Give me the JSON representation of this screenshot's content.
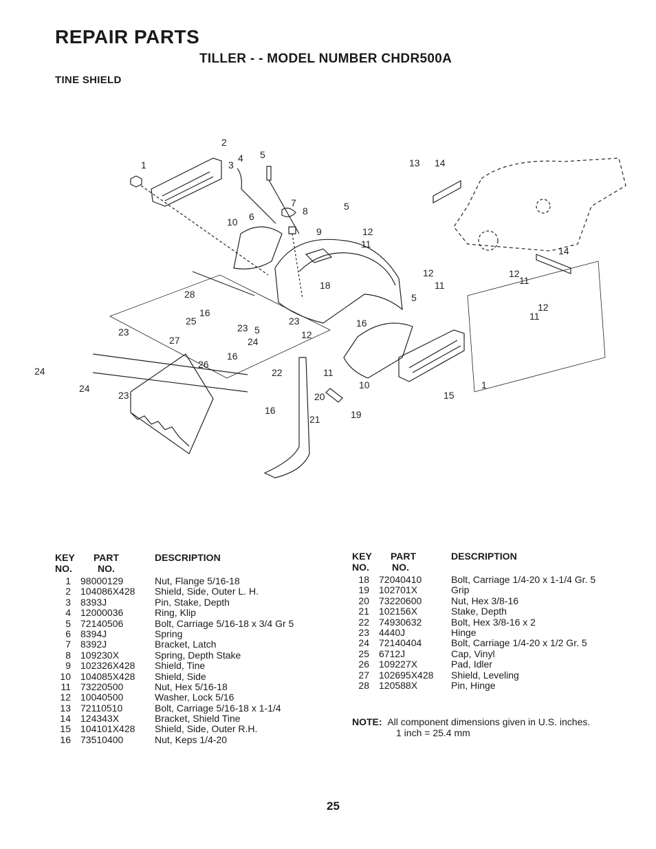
{
  "header": {
    "title": "REPAIR PARTS",
    "subtitle": "TILLER - - MODEL NUMBER CHDR500A",
    "section": "TINE SHIELD"
  },
  "table_headers": {
    "key": "KEY",
    "key_no": "NO.",
    "part": "PART",
    "part_no": "NO.",
    "description": "DESCRIPTION"
  },
  "parts_left": [
    {
      "key": "1",
      "part": "98000129",
      "desc": "Nut, Flange 5/16-18"
    },
    {
      "key": "2",
      "part": "104086X428",
      "desc": "Shield, Side, Outer L. H."
    },
    {
      "key": "3",
      "part": "8393J",
      "desc": "Pin, Stake, Depth"
    },
    {
      "key": "4",
      "part": "12000036",
      "desc": "Ring, Klip"
    },
    {
      "key": "5",
      "part": "72140506",
      "desc": "Bolt, Carriage 5/16-18 x 3/4 Gr 5"
    },
    {
      "key": "6",
      "part": "8394J",
      "desc": "Spring"
    },
    {
      "key": "7",
      "part": "8392J",
      "desc": "Bracket, Latch"
    },
    {
      "key": "8",
      "part": "109230X",
      "desc": "Spring, Depth Stake"
    },
    {
      "key": "9",
      "part": "102326X428",
      "desc": "Shield, Tine"
    },
    {
      "key": "10",
      "part": "104085X428",
      "desc": "Shield, Side"
    },
    {
      "key": "11",
      "part": "73220500",
      "desc": "Nut, Hex 5/16-18"
    },
    {
      "key": "12",
      "part": "10040500",
      "desc": "Washer, Lock 5/16"
    },
    {
      "key": "13",
      "part": "72110510",
      "desc": "Bolt, Carriage 5/16-18 x 1-1/4"
    },
    {
      "key": "14",
      "part": "124343X",
      "desc": "Bracket, Shield Tine"
    },
    {
      "key": "15",
      "part": "104101X428",
      "desc": "Shield, Side, Outer R.H."
    },
    {
      "key": "16",
      "part": "73510400",
      "desc": "Nut, Keps 1/4-20"
    }
  ],
  "parts_right": [
    {
      "key": "18",
      "part": "72040410",
      "desc": "Bolt, Carriage 1/4-20 x 1-1/4 Gr. 5"
    },
    {
      "key": "19",
      "part": "102701X",
      "desc": "Grip"
    },
    {
      "key": "20",
      "part": "73220600",
      "desc": "Nut, Hex 3/8-16"
    },
    {
      "key": "21",
      "part": "102156X",
      "desc": "Stake, Depth"
    },
    {
      "key": "22",
      "part": "74930632",
      "desc": "Bolt, Hex 3/8-16 x 2"
    },
    {
      "key": "23",
      "part": "4440J",
      "desc": "Hinge"
    },
    {
      "key": "24",
      "part": "72140404",
      "desc": "Bolt, Carriage 1/4-20 x 1/2 Gr. 5"
    },
    {
      "key": "25",
      "part": "6712J",
      "desc": "Cap, Vinyl"
    },
    {
      "key": "26",
      "part": "109227X",
      "desc": "Pad, Idler"
    },
    {
      "key": "27",
      "part": "102695X428",
      "desc": "Shield, Leveling"
    },
    {
      "key": "28",
      "part": "120588X",
      "desc": "Pin, Hinge"
    }
  ],
  "note": {
    "label": "NOTE:",
    "line1": "All component dimensions given in U.S. inches.",
    "line2": "1 inch = 25.4 mm"
  },
  "page_number": "25",
  "diagram_callouts": [
    "1",
    "2",
    "3",
    "4",
    "5",
    "7",
    "8",
    "6",
    "10",
    "9",
    "5",
    "13",
    "14",
    "12",
    "11",
    "14",
    "12",
    "11",
    "12",
    "11",
    "12",
    "11",
    "18",
    "5",
    "28",
    "16",
    "25",
    "23",
    "5",
    "23",
    "16",
    "23",
    "24",
    "12",
    "27",
    "26",
    "16",
    "22",
    "11",
    "24",
    "24",
    "23",
    "20",
    "10",
    "15",
    "1",
    "16",
    "19",
    "21"
  ]
}
